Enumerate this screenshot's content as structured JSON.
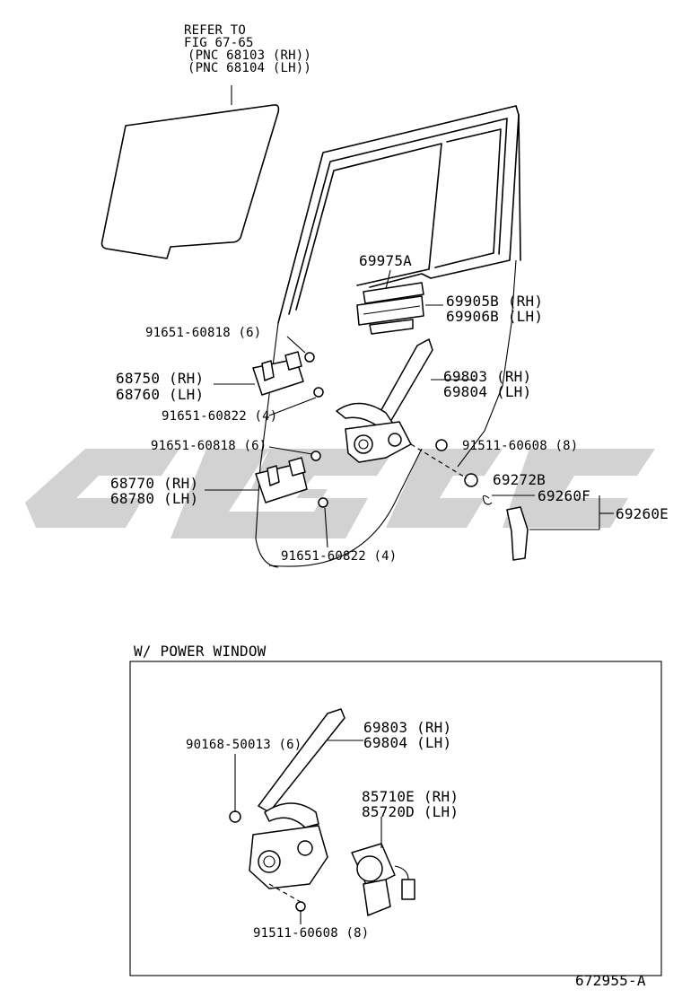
{
  "colors": {
    "ink": "#000000",
    "watermark": "#d2d2d2",
    "background": "#ffffff"
  },
  "watermark": {
    "name": "gray-slash-logo"
  },
  "labels": {
    "refer_note": [
      "REFER TO",
      "FIG 67-65",
      "(PNC 68103 (RH))",
      "(PNC 68104 (LH))"
    ],
    "l_69975A": "69975A",
    "l_69905B": "69905B (RH)",
    "l_69906B": "69906B (LH)",
    "l_91651_60818_top": "91651-60818 (6)",
    "l_68750": "68750 (RH)",
    "l_68760": "68760 (LH)",
    "l_69803": "69803 (RH)",
    "l_69804": "69804 (LH)",
    "l_91651_60822_top": "91651-60822 (4)",
    "l_91651_60818_mid": "91651-60818 (6)",
    "l_91511_60608": "91511-60608 (8)",
    "l_69272B": "69272B",
    "l_68770": "68770 (RH)",
    "l_68780": "68780 (LH)",
    "l_69260F": "69260F",
    "l_69260E": "69260E",
    "l_91651_60822_bot": "91651-60822 (4)"
  },
  "power_window": {
    "title": "W/ POWER WINDOW",
    "l_69803": "69803 (RH)",
    "l_69804": "69804 (LH)",
    "l_90168_50013": "90168-50013 (6)",
    "l_85710E": "85710E (RH)",
    "l_85720D": "85720D (LH)",
    "l_91511_60608": "91511-60608 (8)"
  },
  "figure_id": "672955-A"
}
